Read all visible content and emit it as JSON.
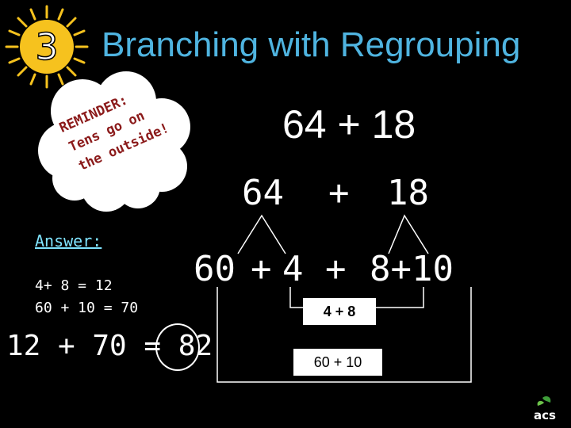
{
  "slide": {
    "number": "3",
    "title": "Branching with Regrouping"
  },
  "reminder": {
    "line1": "REMINDER:",
    "line2": "Tens go on",
    "line3": "the outside!"
  },
  "problem": "64 + 18",
  "split": {
    "left": "64",
    "plus": "+",
    "right": "18"
  },
  "branch": {
    "a": "60",
    "p1": "+",
    "b": "4",
    "p2": "+",
    "c": "8+10"
  },
  "boxes": {
    "ones": "4 + 8",
    "tens": "60 + 10"
  },
  "answer": {
    "label": "Answer:",
    "line1": "4+ 8 = 12",
    "line2": "60 + 10 = 70",
    "final_expr": "12 + 70 =",
    "final_result": "82"
  },
  "logo": {
    "text": "acs"
  },
  "colors": {
    "background": "#000000",
    "title": "#4fb4e0",
    "answer_label": "#7fe3ff",
    "reminder_text": "#8b1a1a",
    "sun": "#f6c21e"
  }
}
